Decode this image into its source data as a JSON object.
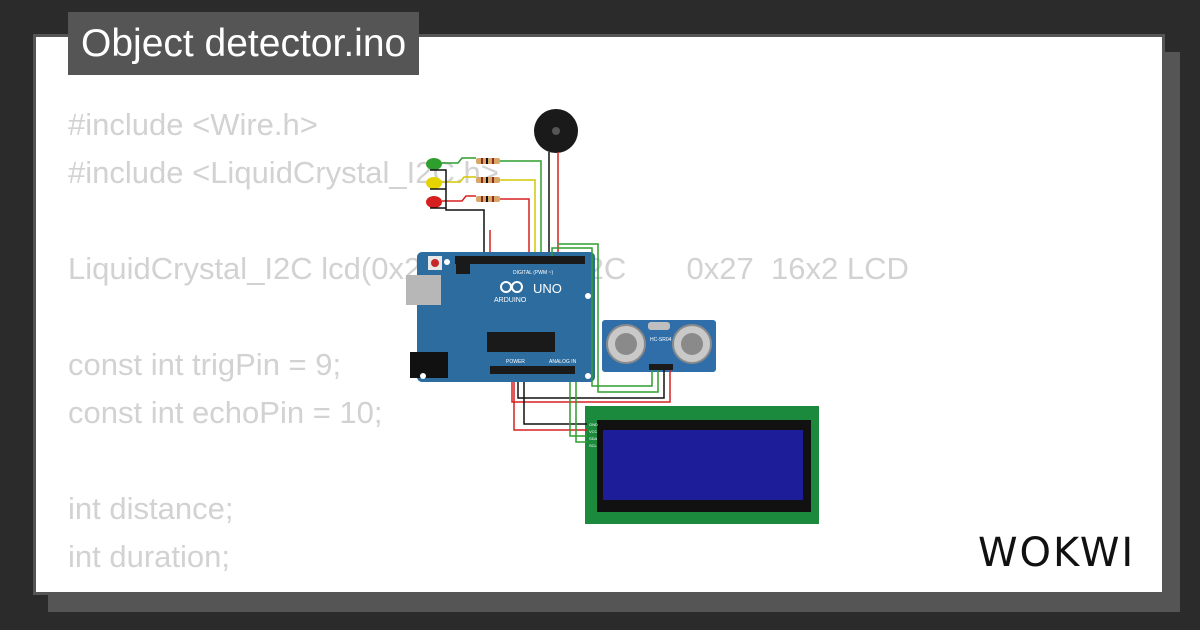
{
  "title": "Object detector.ino",
  "code_lines": [
    "#include <Wire.h>",
    "#include <LiquidCrystal_I2C.h>",
    "",
    "LiquidCrystal_I2C lcd(0x27, 16, 2); // I2C       0x27  16x2 LCD",
    "",
    "const int trigPin = 9;",
    "const int echoPin = 10;",
    "",
    "int distance;",
    "int duration;"
  ],
  "circuit": {
    "board_brand": "ARDUINO",
    "board_model": "UNO",
    "board_digital_label": "DIGITAL (PWM ~)",
    "board_power_label": "POWER",
    "board_analog_label": "ANALOG IN",
    "sensor_label": "HC-SR04",
    "lcd_pins": [
      "GND",
      "VCC",
      "SDA",
      "SCL"
    ],
    "led_colors": [
      "#2e9e2e",
      "#e3d400",
      "#d62020"
    ],
    "board_color": "#2d6c9f",
    "lcd_frame_color": "#1b8a3c",
    "lcd_screen_color": "#1d1d9a"
  },
  "brand": "WOKWI"
}
